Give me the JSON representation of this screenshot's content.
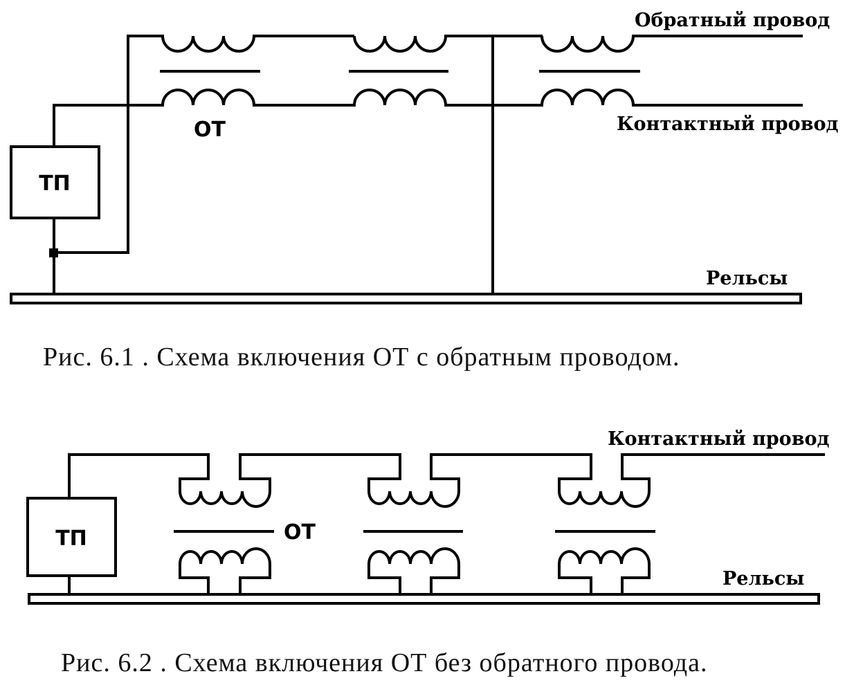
{
  "fig1": {
    "return_wire_label": "Обратный провод",
    "contact_wire_label": "Контактный провод",
    "rails_label": "Рельсы",
    "substation_label": "ТП",
    "transformer_label": "ОТ",
    "caption": "Рис. 6.1 . Схема включения ОТ с обратным проводом."
  },
  "fig2": {
    "contact_wire_label": "Контактный провод",
    "rails_label": "Рельсы",
    "substation_label": "ТП",
    "transformer_label": "ОТ",
    "caption": "Рис. 6.2 . Схема включения ОТ без обратного провода."
  }
}
